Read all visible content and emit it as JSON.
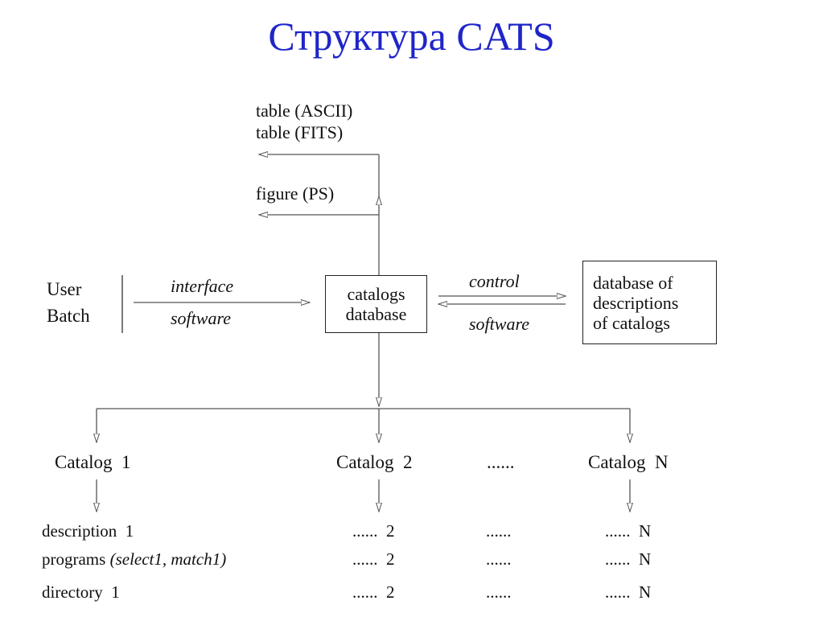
{
  "title": "Структура CATS",
  "outputs": {
    "table_ascii": "table (ASCII)",
    "table_fits": "table (FITS)",
    "figure_ps": "figure (PS)"
  },
  "user": {
    "line1": "User",
    "line2": "Batch"
  },
  "interface_label": "interface",
  "software_label_left": "software",
  "catalogs_db": {
    "line1": "catalogs",
    "line2": "database"
  },
  "control_label": "control",
  "software_label_right": "software",
  "descriptions_db": {
    "line1": "database of",
    "line2": "descriptions",
    "line3": "of catalogs"
  },
  "catalogs": {
    "c1": "Catalog  1",
    "c2": "Catalog  2",
    "dots": "......",
    "cN": "Catalog  N"
  },
  "rows": [
    {
      "name": "description  1",
      "note": "",
      "c2": "......  2",
      "mid": "......",
      "cN": "......  N"
    },
    {
      "name": "programs",
      "note": "(select1, match1)",
      "c2": "......  2",
      "mid": "......",
      "cN": "......  N"
    },
    {
      "name": "directory  1",
      "note": "",
      "c2": "......  2",
      "mid": "......",
      "cN": "......  N"
    }
  ],
  "colors": {
    "title": "#1f25c9",
    "lines": "#555555"
  }
}
